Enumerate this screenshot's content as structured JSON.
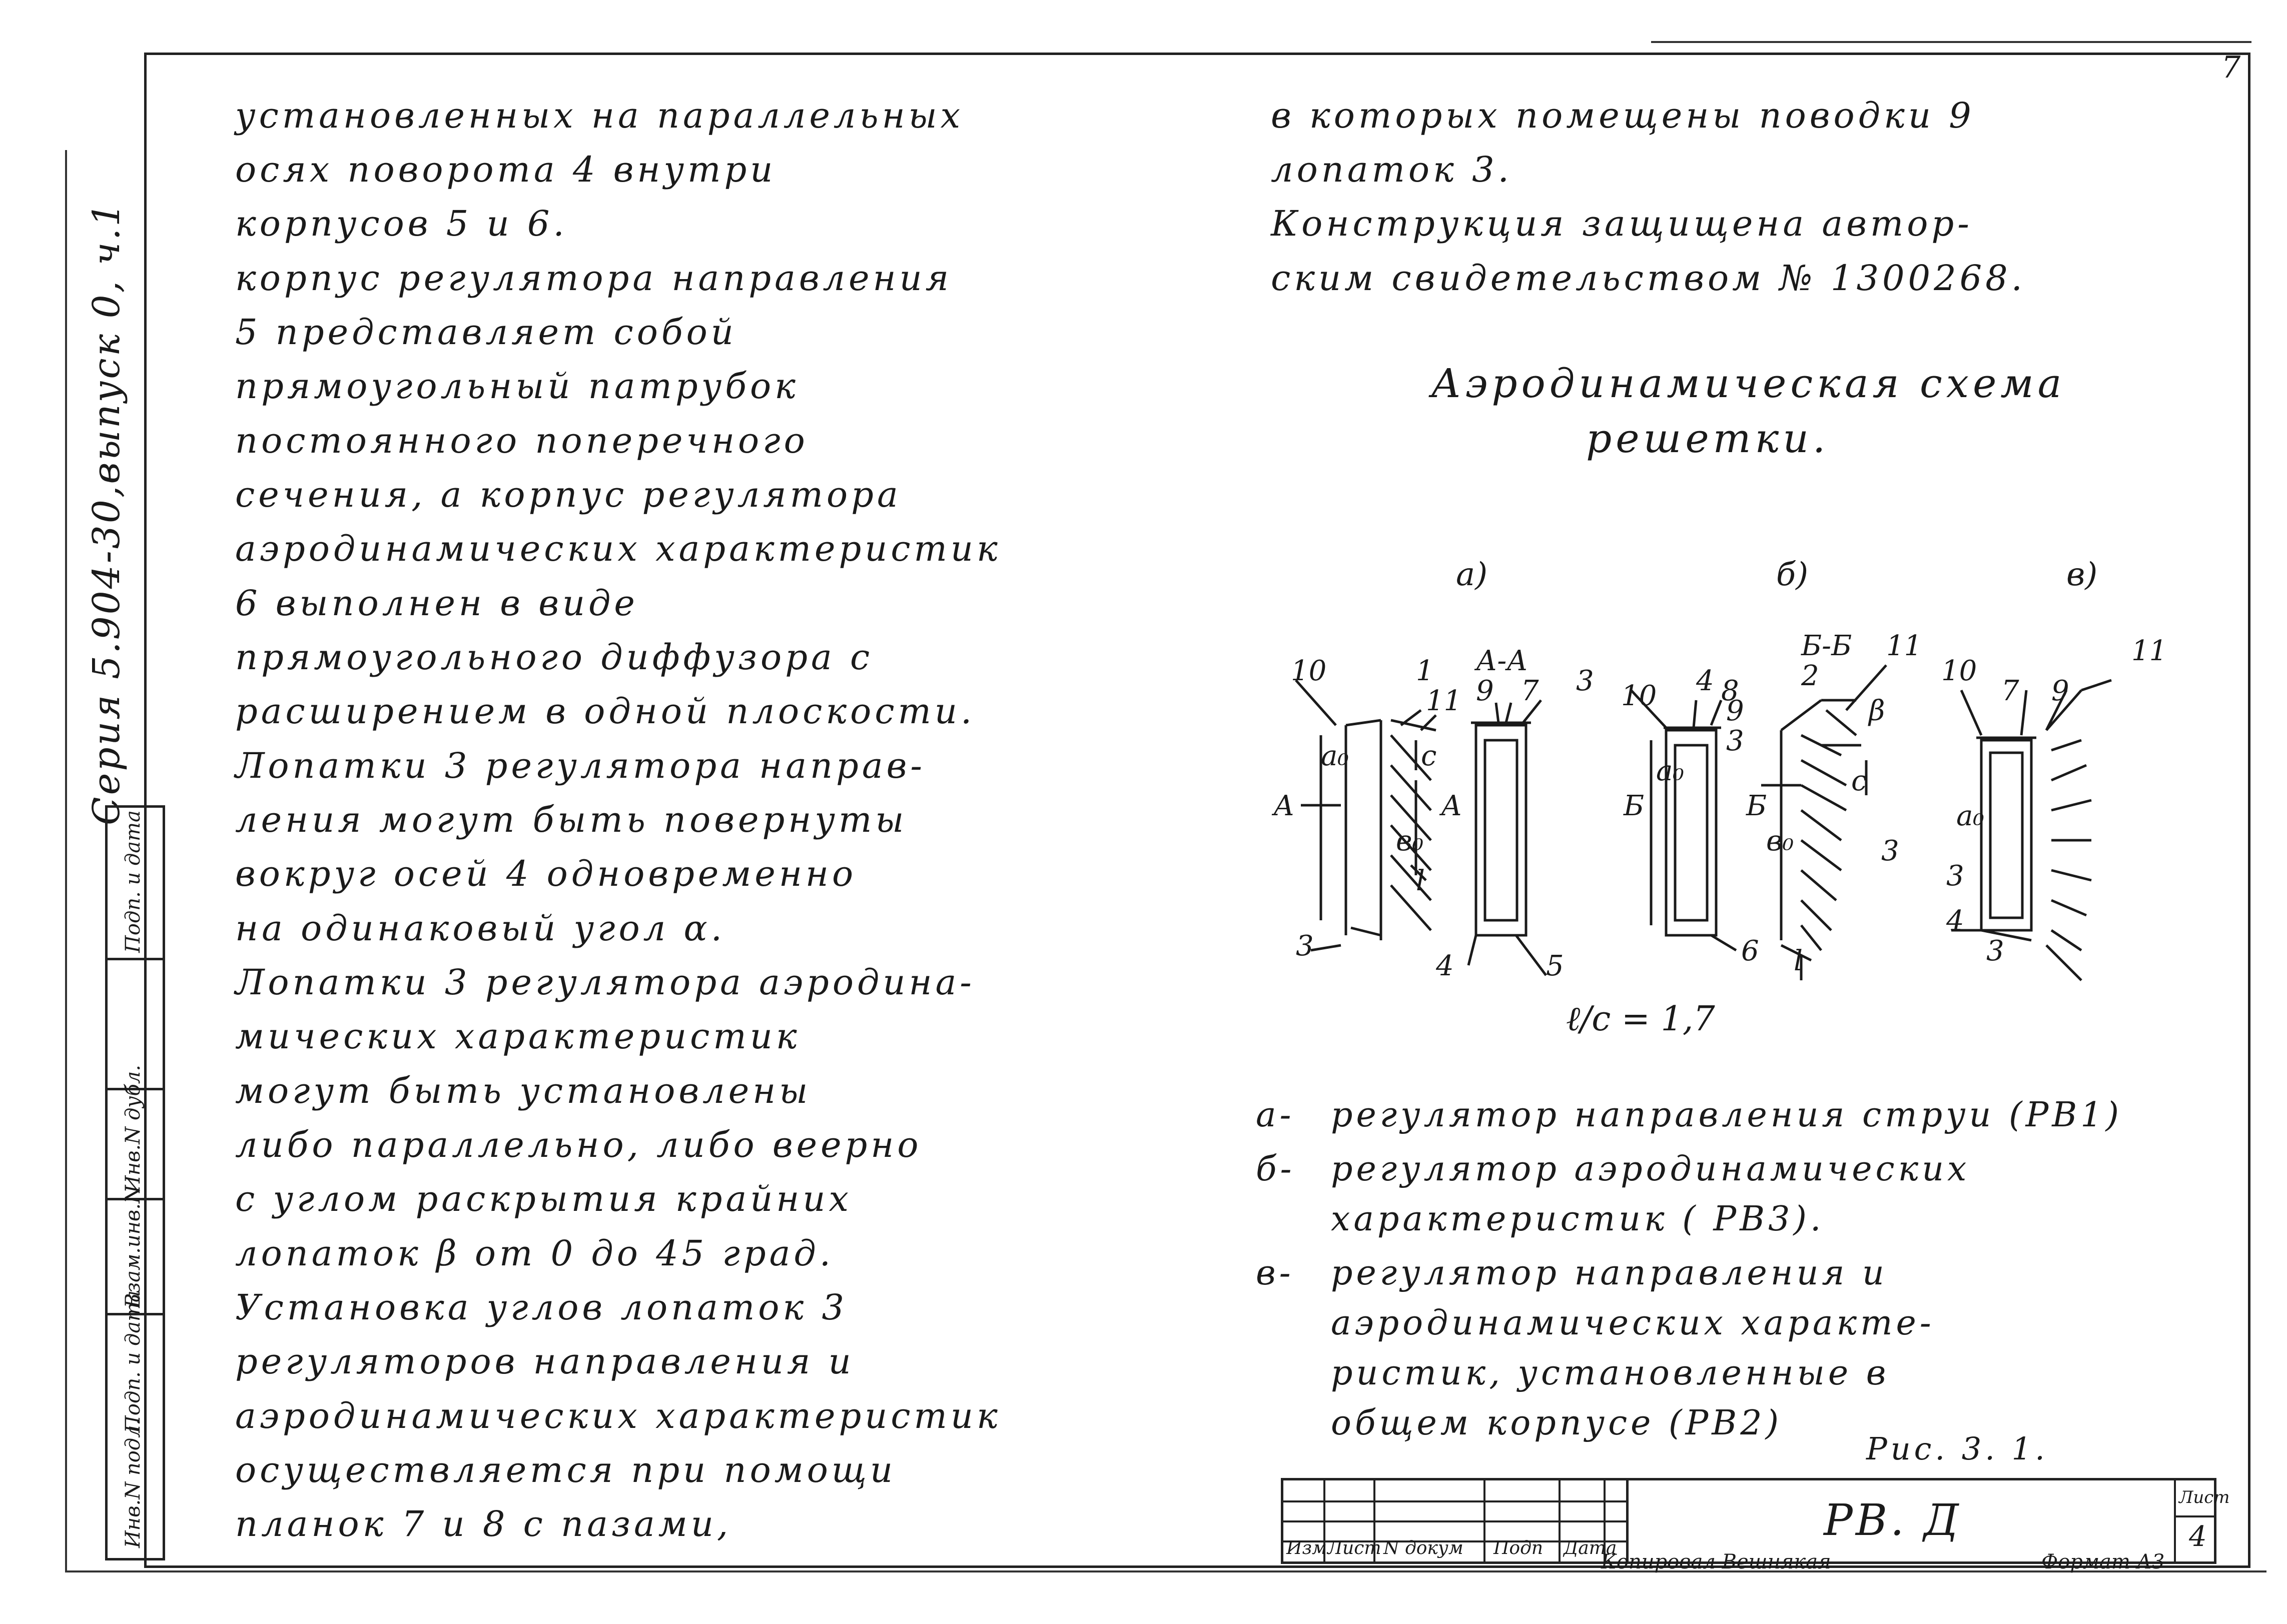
{
  "page_number": "7",
  "side": {
    "serial": "Серия 5.904-30,выпуск 0, ч.1",
    "cells": [
      "Инв.N подл.",
      "Подп. и дата",
      "Взам.инв.N",
      "Инв.N дубл.",
      "Подп. и дата"
    ]
  },
  "left_column": [
    "установленных      на  параллельных",
    "осях    поворота     4    внутри",
    "корпусов   5  и 6.",
    "   корпус     регулятора    направления",
    " 5     представляет      собой",
    "прямоугольный      патрубок",
    "постоянного      поперечного",
    "сечения,  а  корпус    регулятора",
    "аэродинамических     характеристик",
    " 6    выполнен    в  виде",
    "прямоугольного      диффузора  с",
    "расширением    в  одной   плоскости.",
    "Лопатки   3    регулятора   направ-",
    "ления     могут     быть     повернуты",
    "вокруг    осей   4   одновременно",
    " на    одинаковый     угол α.",
    "Лопатки 3   регулятора   аэродина-",
    "мических      характеристик",
    "могут     быть      установлены",
    "либо    параллельно,    либо    веерно",
    "с  углом     раскрытия      крайних",
    "лопаток  β   от 0   до  45 град.",
    "Установка       углов    лопаток 3",
    "регуляторов     направления    и",
    "аэродинамических      характеристик",
    "осуществляется      при    помощи",
    "планок   7 и 8     с   пазами,"
  ],
  "right_column": [
    "в  которых       помещены       поводки 9",
    "лопаток  3.",
    "Конструкция         защищена      автор-",
    "ским      свидетельством      № 1300268."
  ],
  "title_lines": [
    "Аэродинамическая    схема",
    "решетки."
  ],
  "figure_labels": {
    "variant_a": "а)",
    "variant_b": "б)",
    "variant_c": "в)",
    "section_aa": "А-А",
    "section_bb": "Б-Б",
    "letter_a": "А",
    "letter_b": "Б",
    "a0": "а₀",
    "b0": "в₀",
    "c": "с",
    "l": "l",
    "beta": "β",
    "n1": "1",
    "n2": "2",
    "n3": "3",
    "n4": "4",
    "n5": "5",
    "n6": "6",
    "n7": "7",
    "n8": "8",
    "n9": "9",
    "n10": "10",
    "n11": "11"
  },
  "ratio": "ℓ/с = 1,7",
  "legend": [
    {
      "mark": "а-",
      "lines": [
        "регулятор      направления   струи (РВ1)"
      ]
    },
    {
      "mark": "б-",
      "lines": [
        "регулятор      аэродинамических",
        "характеристик     ( РВ3)."
      ]
    },
    {
      "mark": "в-",
      "lines": [
        "регулятор       направления      и",
        "аэродинамических       характе-",
        "ристик,     установленные    в",
        "общем        корпусе     (РВ2)"
      ]
    }
  ],
  "figure_caption": "Рис. 3. 1.",
  "stamp": {
    "headers": [
      "Изм",
      "Лист",
      "N докум",
      "Подп",
      "Дата"
    ],
    "code": "РВ. Д",
    "sheet_label": "Лист",
    "sheet_number": "4",
    "copied": "Копировал  Вешнякая",
    "format": "Формат А3"
  }
}
